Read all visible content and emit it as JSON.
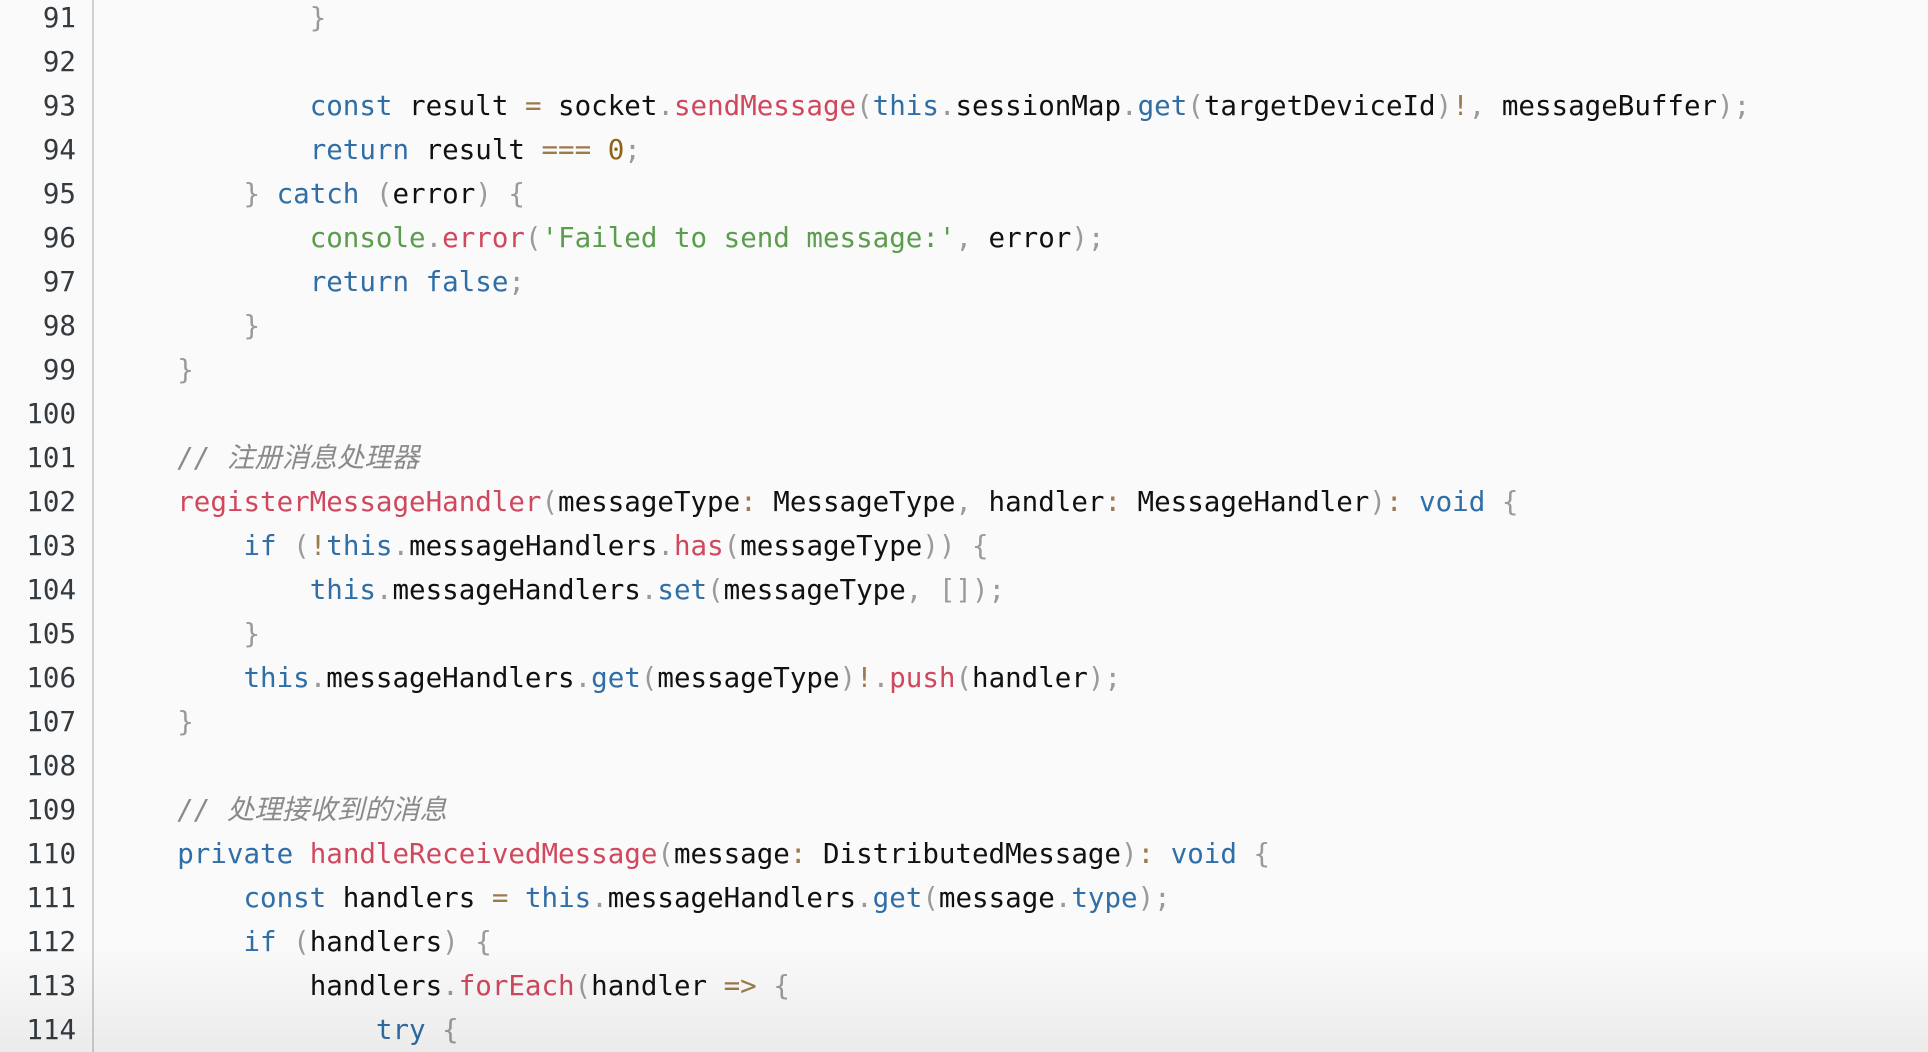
{
  "editor": {
    "lines": [
      {
        "num": "91",
        "tokens": [
          [
            "t",
            "            "
          ],
          [
            "p",
            "}"
          ]
        ]
      },
      {
        "num": "92",
        "tokens": []
      },
      {
        "num": "93",
        "tokens": [
          [
            "t",
            "            "
          ],
          [
            "k",
            "const"
          ],
          [
            "t",
            " result "
          ],
          [
            "o",
            "="
          ],
          [
            "t",
            " socket"
          ],
          [
            "p",
            "."
          ],
          [
            "f",
            "sendMessage"
          ],
          [
            "p",
            "("
          ],
          [
            "k",
            "this"
          ],
          [
            "p",
            "."
          ],
          [
            "t",
            "sessionMap"
          ],
          [
            "p",
            "."
          ],
          [
            "k",
            "get"
          ],
          [
            "p",
            "("
          ],
          [
            "t",
            "targetDeviceId"
          ],
          [
            "p",
            ")"
          ],
          [
            "o",
            "!"
          ],
          [
            "p",
            ","
          ],
          [
            "t",
            " messageBuffer"
          ],
          [
            "p",
            ");"
          ]
        ]
      },
      {
        "num": "94",
        "tokens": [
          [
            "t",
            "            "
          ],
          [
            "k",
            "return"
          ],
          [
            "t",
            " result "
          ],
          [
            "o",
            "==="
          ],
          [
            "t",
            " "
          ],
          [
            "n",
            "0"
          ],
          [
            "p",
            ";"
          ]
        ]
      },
      {
        "num": "95",
        "tokens": [
          [
            "t",
            "        "
          ],
          [
            "p",
            "}"
          ],
          [
            "t",
            " "
          ],
          [
            "k",
            "catch"
          ],
          [
            "t",
            " "
          ],
          [
            "p",
            "("
          ],
          [
            "t",
            "error"
          ],
          [
            "p",
            ")"
          ],
          [
            "t",
            " "
          ],
          [
            "p",
            "{"
          ]
        ]
      },
      {
        "num": "96",
        "tokens": [
          [
            "t",
            "            "
          ],
          [
            "s",
            "console"
          ],
          [
            "p",
            "."
          ],
          [
            "f",
            "error"
          ],
          [
            "p",
            "("
          ],
          [
            "s",
            "'Failed to send message:'"
          ],
          [
            "p",
            ","
          ],
          [
            "t",
            " error"
          ],
          [
            "p",
            ");"
          ]
        ]
      },
      {
        "num": "97",
        "tokens": [
          [
            "t",
            "            "
          ],
          [
            "k",
            "return"
          ],
          [
            "t",
            " "
          ],
          [
            "k",
            "false"
          ],
          [
            "p",
            ";"
          ]
        ]
      },
      {
        "num": "98",
        "tokens": [
          [
            "t",
            "        "
          ],
          [
            "p",
            "}"
          ]
        ]
      },
      {
        "num": "99",
        "tokens": [
          [
            "t",
            "    "
          ],
          [
            "p",
            "}"
          ]
        ]
      },
      {
        "num": "100",
        "tokens": []
      },
      {
        "num": "101",
        "tokens": [
          [
            "t",
            "    "
          ],
          [
            "c",
            "// 注册消息处理器"
          ]
        ]
      },
      {
        "num": "102",
        "tokens": [
          [
            "t",
            "    "
          ],
          [
            "f",
            "registerMessageHandler"
          ],
          [
            "p",
            "("
          ],
          [
            "t",
            "messageType"
          ],
          [
            "o",
            ":"
          ],
          [
            "t",
            " MessageType"
          ],
          [
            "p",
            ","
          ],
          [
            "t",
            " handler"
          ],
          [
            "o",
            ":"
          ],
          [
            "t",
            " MessageHandler"
          ],
          [
            "p",
            ")"
          ],
          [
            "o",
            ":"
          ],
          [
            "t",
            " "
          ],
          [
            "k",
            "void"
          ],
          [
            "t",
            " "
          ],
          [
            "p",
            "{"
          ]
        ]
      },
      {
        "num": "103",
        "tokens": [
          [
            "t",
            "        "
          ],
          [
            "k",
            "if"
          ],
          [
            "t",
            " "
          ],
          [
            "p",
            "("
          ],
          [
            "o",
            "!"
          ],
          [
            "k",
            "this"
          ],
          [
            "p",
            "."
          ],
          [
            "t",
            "messageHandlers"
          ],
          [
            "p",
            "."
          ],
          [
            "f",
            "has"
          ],
          [
            "p",
            "("
          ],
          [
            "t",
            "messageType"
          ],
          [
            "p",
            "))"
          ],
          [
            "t",
            " "
          ],
          [
            "p",
            "{"
          ]
        ]
      },
      {
        "num": "104",
        "tokens": [
          [
            "t",
            "            "
          ],
          [
            "k",
            "this"
          ],
          [
            "p",
            "."
          ],
          [
            "t",
            "messageHandlers"
          ],
          [
            "p",
            "."
          ],
          [
            "k",
            "set"
          ],
          [
            "p",
            "("
          ],
          [
            "t",
            "messageType"
          ],
          [
            "p",
            ", []);"
          ]
        ]
      },
      {
        "num": "105",
        "tokens": [
          [
            "t",
            "        "
          ],
          [
            "p",
            "}"
          ]
        ]
      },
      {
        "num": "106",
        "tokens": [
          [
            "t",
            "        "
          ],
          [
            "k",
            "this"
          ],
          [
            "p",
            "."
          ],
          [
            "t",
            "messageHandlers"
          ],
          [
            "p",
            "."
          ],
          [
            "k",
            "get"
          ],
          [
            "p",
            "("
          ],
          [
            "t",
            "messageType"
          ],
          [
            "p",
            ")"
          ],
          [
            "o",
            "!"
          ],
          [
            "p",
            "."
          ],
          [
            "f",
            "push"
          ],
          [
            "p",
            "("
          ],
          [
            "t",
            "handler"
          ],
          [
            "p",
            ");"
          ]
        ]
      },
      {
        "num": "107",
        "tokens": [
          [
            "t",
            "    "
          ],
          [
            "p",
            "}"
          ]
        ]
      },
      {
        "num": "108",
        "tokens": []
      },
      {
        "num": "109",
        "tokens": [
          [
            "t",
            "    "
          ],
          [
            "c",
            "// 处理接收到的消息"
          ]
        ]
      },
      {
        "num": "110",
        "tokens": [
          [
            "t",
            "    "
          ],
          [
            "k",
            "private"
          ],
          [
            "t",
            " "
          ],
          [
            "f",
            "handleReceivedMessage"
          ],
          [
            "p",
            "("
          ],
          [
            "t",
            "message"
          ],
          [
            "o",
            ":"
          ],
          [
            "t",
            " DistributedMessage"
          ],
          [
            "p",
            ")"
          ],
          [
            "o",
            ":"
          ],
          [
            "t",
            " "
          ],
          [
            "k",
            "void"
          ],
          [
            "t",
            " "
          ],
          [
            "p",
            "{"
          ]
        ]
      },
      {
        "num": "111",
        "tokens": [
          [
            "t",
            "        "
          ],
          [
            "k",
            "const"
          ],
          [
            "t",
            " handlers "
          ],
          [
            "o",
            "="
          ],
          [
            "t",
            " "
          ],
          [
            "k",
            "this"
          ],
          [
            "p",
            "."
          ],
          [
            "t",
            "messageHandlers"
          ],
          [
            "p",
            "."
          ],
          [
            "k",
            "get"
          ],
          [
            "p",
            "("
          ],
          [
            "t",
            "message"
          ],
          [
            "p",
            "."
          ],
          [
            "k",
            "type"
          ],
          [
            "p",
            ");"
          ]
        ]
      },
      {
        "num": "112",
        "tokens": [
          [
            "t",
            "        "
          ],
          [
            "k",
            "if"
          ],
          [
            "t",
            " "
          ],
          [
            "p",
            "("
          ],
          [
            "t",
            "handlers"
          ],
          [
            "p",
            ")"
          ],
          [
            "t",
            " "
          ],
          [
            "p",
            "{"
          ]
        ]
      },
      {
        "num": "113",
        "tokens": [
          [
            "t",
            "            "
          ],
          [
            "t",
            "handlers"
          ],
          [
            "p",
            "."
          ],
          [
            "f",
            "forEach"
          ],
          [
            "p",
            "("
          ],
          [
            "t",
            "handler "
          ],
          [
            "o",
            "=>"
          ],
          [
            "t",
            " "
          ],
          [
            "p",
            "{"
          ]
        ]
      },
      {
        "num": "114",
        "tokens": [
          [
            "t",
            "                "
          ],
          [
            "k",
            "try"
          ],
          [
            "t",
            " "
          ],
          [
            "p",
            "{"
          ]
        ]
      }
    ]
  }
}
